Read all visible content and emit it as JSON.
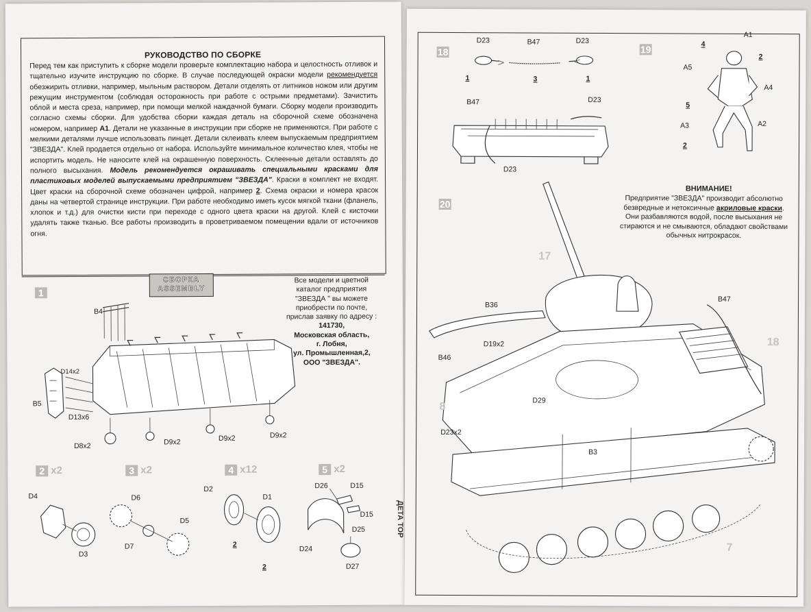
{
  "left_page": {
    "title": "РУКОВОДСТВО  ПО СБОРКЕ",
    "instructions": {
      "p1": "Перед тем как приступить к сборке  модели проверьте комплектацию набора и целостность отливок и тщательно изучите инструкцию по сборке. В случае последующей окраски модели ",
      "p1_underlined": "рекомендуется",
      "p2": " обезжирить отливки, например, мыльным раствором. Детали отделять от литников ножом или другим режущим инструментом (соблюдая осторожность при работе с острыми предметами). Зачистить облой и места среза, например, при помощи мелкой наждачной бумаги. Сборку модели производить согласно схемы сборки. Для удобства сборки каждая деталь на сборочной схеме обозначена номером, например ",
      "p2_bold": "А1",
      "p3": ". Детали не указанные в инструкции при сборке не применяются. При работе с мелкими деталями лучше использовать пинцет. Детали склеивать клеем выпускаемым предприятием \"ЗВЕЗДА\". Клей продается отдельно от набора. Используйте минимальное количество клея, чтобы не испортить модель. Не наносите клей на окрашенную поверхность. Склеенные детали оставлять до полного высыхания. ",
      "p3_bolditalic": "Модель рекомендуется окрашивать специальными красками для пластиковых моделей выпускаемыми предприятием \"ЗВЕЗДА\"",
      "p4": ". Краски в комплект не входят. Цвет краски на сборочной схеме обозначен цифрой, например ",
      "p4_num": "2",
      "p5": ". Схема окраски и номера красок  даны на четвертой странице инструкции. При работе необходимо иметь кусок мягкой ткани (фланель, хлопок и т.д.) для очистки кисти при переходе с одного цвета краски на другой. Клей с кисточки удалять также тканью. Все работы производить в проветриваемом помещении вдали от источников огня."
    },
    "assembly_badge": [
      "СБОРКА",
      "ASSEMBLY"
    ],
    "catalog": {
      "line1": "Все модели и цветной каталог предприятия \"ЗВЕЗДА \" вы можете приобрести по почте, прислав заявку по адресу :",
      "zip": "141730,",
      "region": "Московская область,",
      "city": "г. Лобня,",
      "street": "ул. Промышленная,2,",
      "company": "ООО \"ЗВЕЗДА\"."
    },
    "steps": [
      {
        "num": "1",
        "mult": ""
      },
      {
        "num": "2",
        "mult": "x2"
      },
      {
        "num": "3",
        "mult": "x2"
      },
      {
        "num": "4",
        "mult": "x12"
      },
      {
        "num": "5",
        "mult": "x2"
      }
    ],
    "step1_labels": [
      "B4",
      "D14x2",
      "B5",
      "D13x6",
      "D8x2",
      "D9x2",
      "D9x2",
      "D9x2"
    ],
    "step2_labels": [
      "D4",
      "D3"
    ],
    "step3_labels": [
      "D6",
      "D7",
      "D5"
    ],
    "step4_labels": [
      "D2",
      "D1",
      "2",
      "2"
    ],
    "step5_labels": [
      "D26",
      "D15",
      "D15",
      "D25",
      "D24",
      "D27"
    ]
  },
  "right_page": {
    "steps": [
      {
        "num": "18"
      },
      {
        "num": "19"
      },
      {
        "num": "20"
      }
    ],
    "step18_labels": {
      "d23a": "D23",
      "b47": "B47",
      "d23b": "D23",
      "n1": "1",
      "n3": "3",
      "n1b": "1",
      "b47b": "B47",
      "d23c": "D23",
      "d23d": "D23"
    },
    "step19_labels": {
      "a1": "A1",
      "n4": "4",
      "a5": "A5",
      "n2": "2",
      "a4": "A4",
      "n5": "5",
      "a3": "A3",
      "a2": "A2",
      "n2b": "2"
    },
    "warning_title": "ВНИМАНИЕ!",
    "warning_text_1": "Предприятие \"ЗВЕЗДА\" производит абсолютно безвредные и нетоксичные ",
    "warning_text_bold": "акриловые краски",
    "warning_text_2": ". Они разбавляются водой, после высыхания не стираются и не смываются, обладают свойствами обычных нитрокрасок.",
    "step20_labels": {
      "n17": "17",
      "b36": "B36",
      "b47": "B47",
      "n18": "18",
      "d19": "D19x2",
      "b46": "B46",
      "n8": "8",
      "d29": "D29",
      "d23": "D23x2",
      "b3": "B3",
      "n7": "7"
    },
    "spine_text": "ДЕТА  ТОР"
  }
}
